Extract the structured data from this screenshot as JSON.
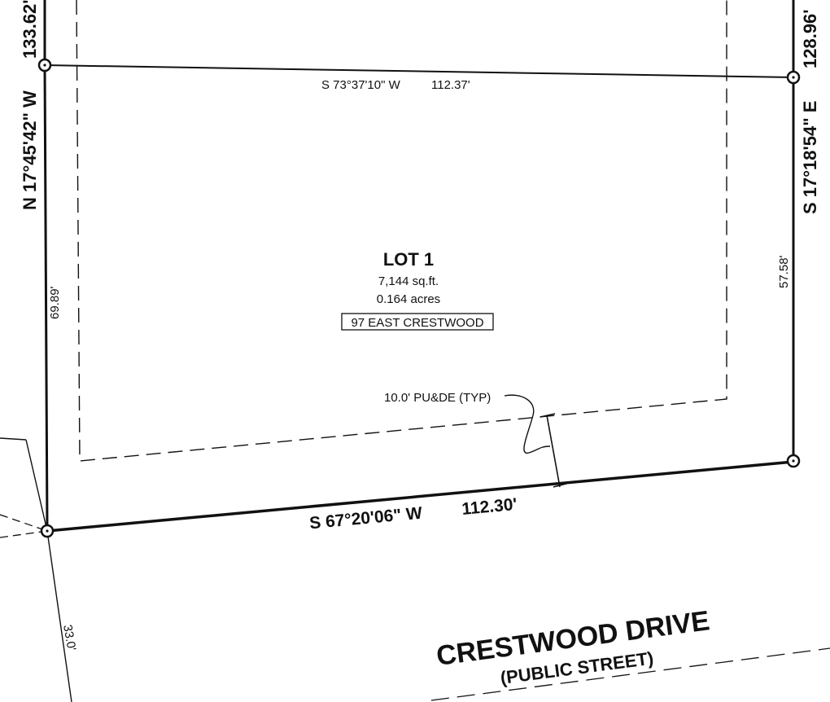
{
  "lot": {
    "title": "LOT 1",
    "area_sqft": "7,144 sq.ft.",
    "area_acres": "0.164 acres",
    "address": "97 EAST CRESTWOOD"
  },
  "bearings": {
    "north_line_bearing": "S 73°37'10\" W",
    "north_line_distance": "112.37'",
    "south_line_bearing": "S 67°20'06\" W",
    "south_line_distance": "112.30'",
    "west_line_bearing": "N 17°45'42\" W",
    "west_line_distance_above": "133.62'",
    "west_line_segment": "69.89'",
    "east_line_bearing": "S 17°18'54\" E",
    "east_line_distance_above": "128.96'",
    "east_line_segment": "57.58'",
    "row_dimension": "33.0'"
  },
  "easement": {
    "label": "10.0' PU&DE (TYP)"
  },
  "street": {
    "name": "CRESTWOOD DRIVE",
    "type": "(PUBLIC STREET)"
  }
}
